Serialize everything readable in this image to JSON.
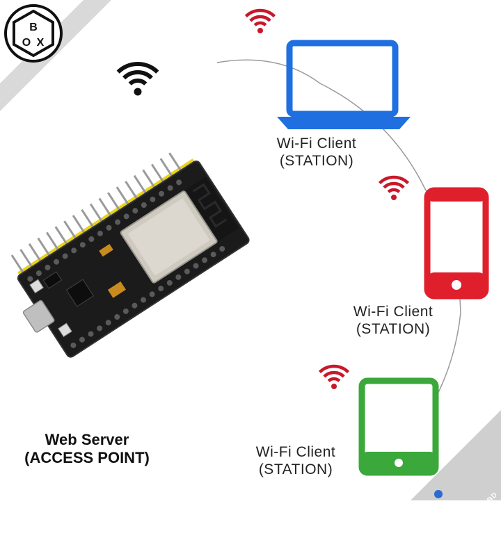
{
  "brand": {
    "logo_text": "BOX",
    "watermark": "BLACK BOX BD",
    "accent": "#c8c8c8"
  },
  "clients": [
    {
      "device": "laptop",
      "icon": "laptop-icon",
      "label_line1": "Wi-Fi Client",
      "label_line2": "(STATION)",
      "color": "#1f6fe0"
    },
    {
      "device": "phone",
      "icon": "smartphone-icon",
      "label_line1": "Wi-Fi Client",
      "label_line2": "(STATION)",
      "color": "#e01f2d"
    },
    {
      "device": "tablet",
      "icon": "tablet-icon",
      "label_line1": "Wi-Fi Client",
      "label_line2": "(STATION)",
      "color": "#3aa83a"
    }
  ],
  "server": {
    "device": "esp32-board",
    "icon": "esp32-board-icon",
    "label_line1": "Web Server",
    "label_line2": "(ACCESS POINT)"
  },
  "colors": {
    "wifi_signal": "#c8182a",
    "server_wifi": "#111111",
    "connector": "#8a8a8a"
  }
}
